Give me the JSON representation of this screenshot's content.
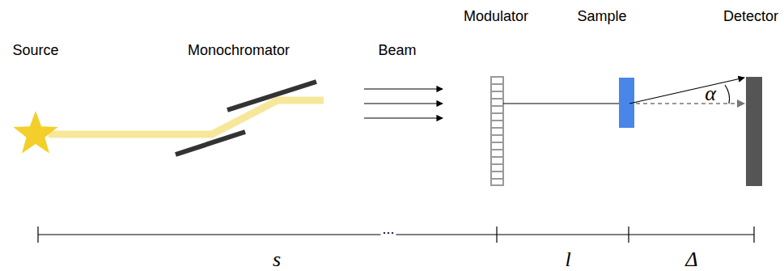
{
  "diagram": {
    "labels": [
      "Source",
      "Monochromator",
      "Beam",
      "Modulator",
      "Sample",
      "Detector",
      "α",
      "...",
      "s",
      "l",
      "Δ"
    ]
  }
}
